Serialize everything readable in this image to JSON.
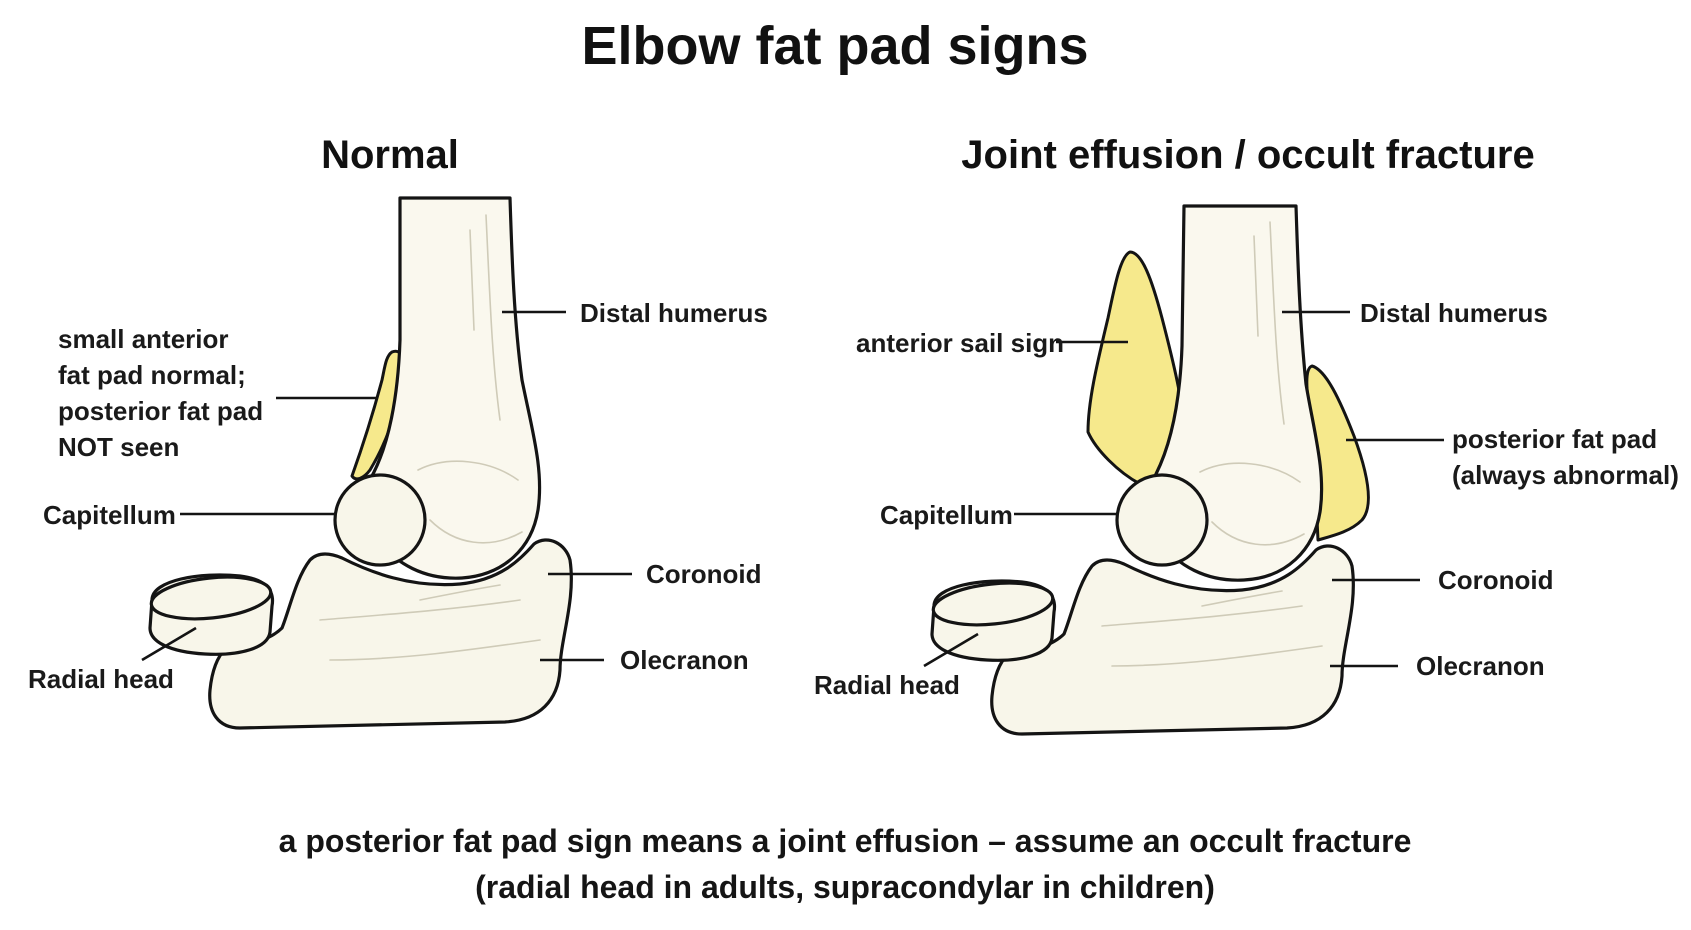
{
  "title": "Elbow fat pad signs",
  "panels": {
    "normal": {
      "title": "Normal",
      "labels": {
        "distal_humerus": "Distal humerus",
        "fat_pad_note": [
          "small anterior",
          "fat pad normal;",
          "posterior fat pad",
          "NOT seen"
        ],
        "capitellum": "Capitellum",
        "coronoid": "Coronoid",
        "olecranon": "Olecranon",
        "radial_head": "Radial head"
      }
    },
    "abnormal": {
      "title": "Joint effusion / occult fracture",
      "labels": {
        "distal_humerus": "Distal humerus",
        "anterior_sail_sign": "anterior sail sign",
        "posterior_fat_pad": [
          "posterior fat pad",
          "(always abnormal)"
        ],
        "capitellum": "Capitellum",
        "coronoid": "Coronoid",
        "olecranon": "Olecranon",
        "radial_head": "Radial head"
      }
    }
  },
  "caption": [
    "a posterior fat pad sign means a joint effusion – assume an occult fracture",
    "(radial head in adults, supracondylar in children)"
  ],
  "colors": {
    "bone_fill": "#f8f6ea",
    "fat_pad_fill": "#f6e98c",
    "outline": "#141414",
    "background": "#ffffff"
  }
}
